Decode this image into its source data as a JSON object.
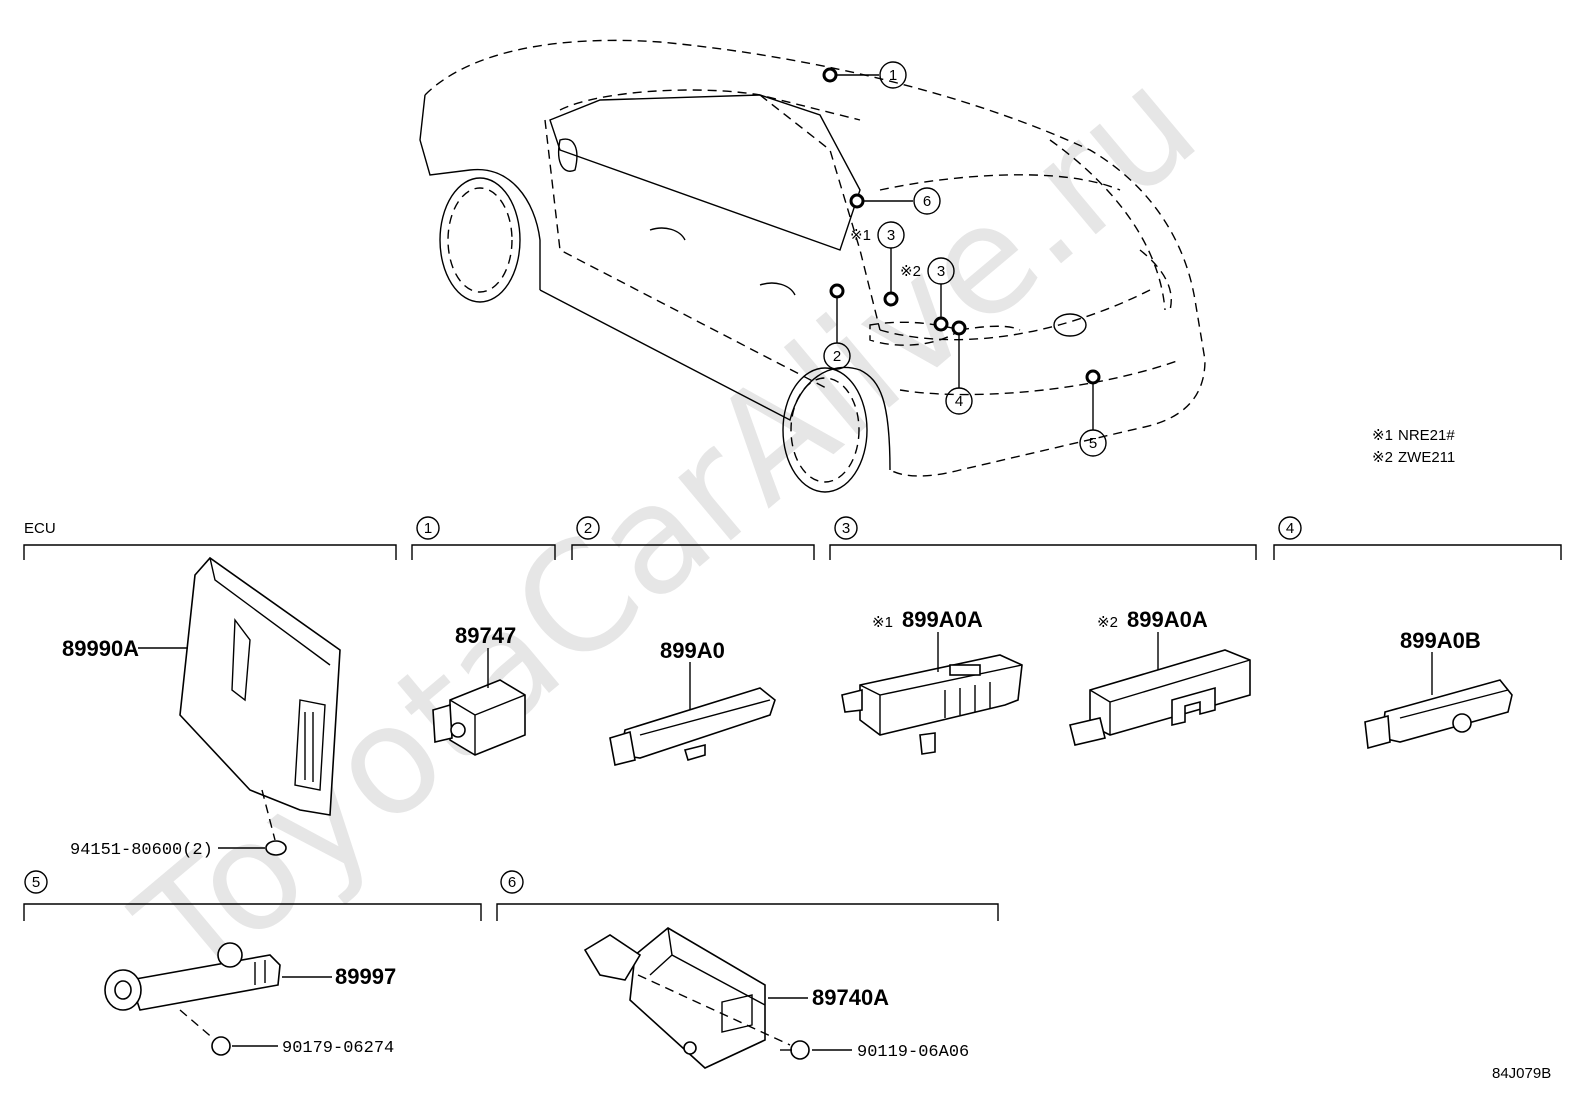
{
  "watermark": "ToyotaCarAlive.ru",
  "diagram_code": "84J079B",
  "notes": [
    {
      "mark": "※1",
      "text": "NRE21#"
    },
    {
      "mark": "※2",
      "text": "ZWE211"
    }
  ],
  "callout_marks": {
    "m1": "※1",
    "m2": "※2"
  },
  "callouts": [
    "1",
    "2",
    "3",
    "4",
    "5",
    "6"
  ],
  "groups": {
    "ecu": {
      "label": "ECU"
    },
    "g1": {
      "label": "1"
    },
    "g2": {
      "label": "2"
    },
    "g3": {
      "label": "3"
    },
    "g4": {
      "label": "4"
    },
    "g5": {
      "label": "5"
    },
    "g6": {
      "label": "6"
    }
  },
  "parts": {
    "ecu_main": "89990A",
    "ecu_nut": "94151-80600(2)",
    "p1": "89747",
    "p2": "899A0",
    "p3a_mark": "※1",
    "p3a": "899A0A",
    "p3b_mark": "※2",
    "p3b": "899A0A",
    "p4": "899A0B",
    "p5": "89997",
    "p5_bolt": "90179-06274",
    "p6": "89740A",
    "p6_bolt": "90119-06A06"
  }
}
